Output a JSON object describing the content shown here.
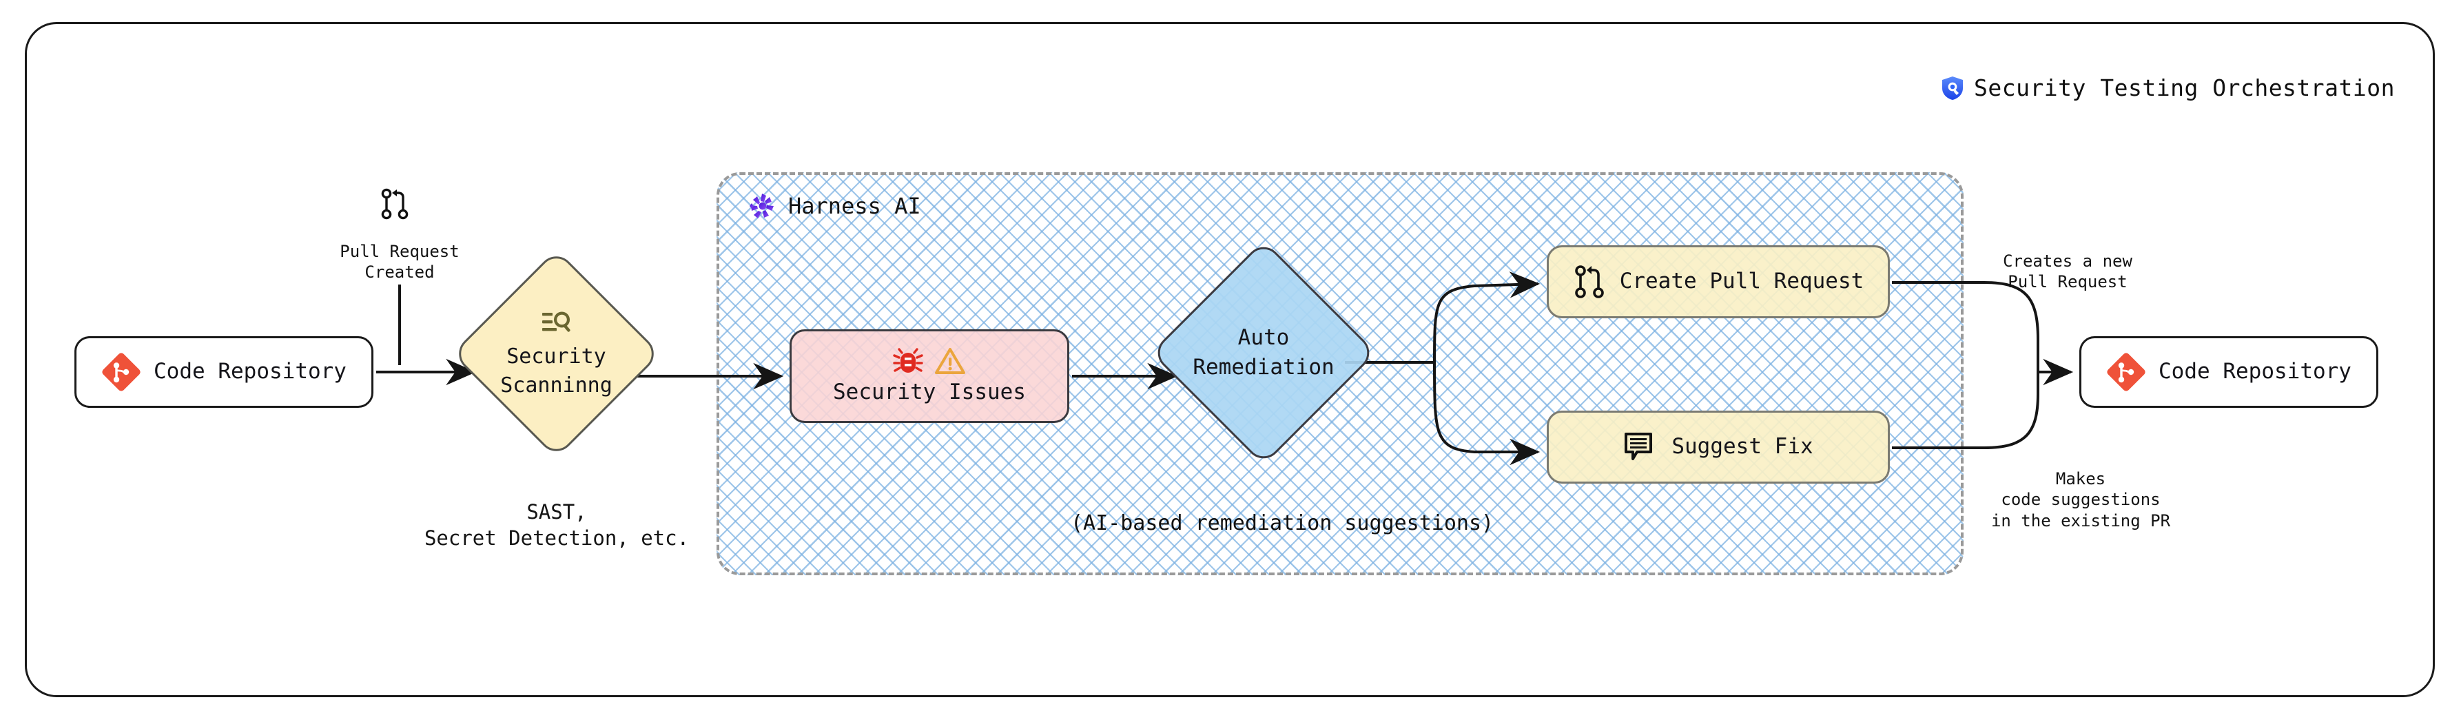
{
  "header": {
    "title": "Security Testing Orchestration",
    "icon": "shield-security-icon"
  },
  "container": {
    "label": "Harness AI",
    "icon": "harness-logo-icon",
    "note": "(AI-based remediation suggestions)"
  },
  "nodes": {
    "repo_left": {
      "label": "Code Repository",
      "icon": "git-repository-icon"
    },
    "repo_right": {
      "label": "Code Repository",
      "icon": "git-repository-icon"
    },
    "security_scanning": {
      "line1": "Security",
      "line2": "Scanninng",
      "icon": "scan-search-icon"
    },
    "security_issues": {
      "label": "Security Issues",
      "icon1": "bug-icon",
      "icon2": "warning-triangle-icon"
    },
    "auto_remediation": {
      "line1": "Auto",
      "line2": "Remediation"
    },
    "create_pull_request": {
      "label": "Create Pull Request",
      "icon": "pull-request-icon"
    },
    "suggest_fix": {
      "label": "Suggest Fix",
      "icon": "comment-suggestion-icon"
    }
  },
  "labels": {
    "pull_request_created": {
      "line1": "Pull Request",
      "line2": "Created",
      "icon": "pull-request-icon"
    },
    "scan_types": {
      "line1": "SAST,",
      "line2": "Secret Detection, etc."
    },
    "creates_new_pr": {
      "line1": "Creates a new",
      "line2": "Pull Request"
    },
    "makes_suggestions": {
      "line1": "Makes",
      "line2": "code suggestions",
      "line3": "in the existing PR"
    }
  },
  "colors": {
    "frame_border": "#1a1a1a",
    "yellow_fill": "#fcefc3",
    "pink_fill": "#fad4d4",
    "blue_fill": "#aad6f3",
    "hatch_line": "#7db2e2",
    "dashed_border": "#9a9a9a",
    "git_red": "#ef5239",
    "harness_purple": "#5b2be0",
    "shield_blue": "#2f64f5",
    "bug_red": "#e02b20",
    "warning_orange": "#eba53c"
  }
}
